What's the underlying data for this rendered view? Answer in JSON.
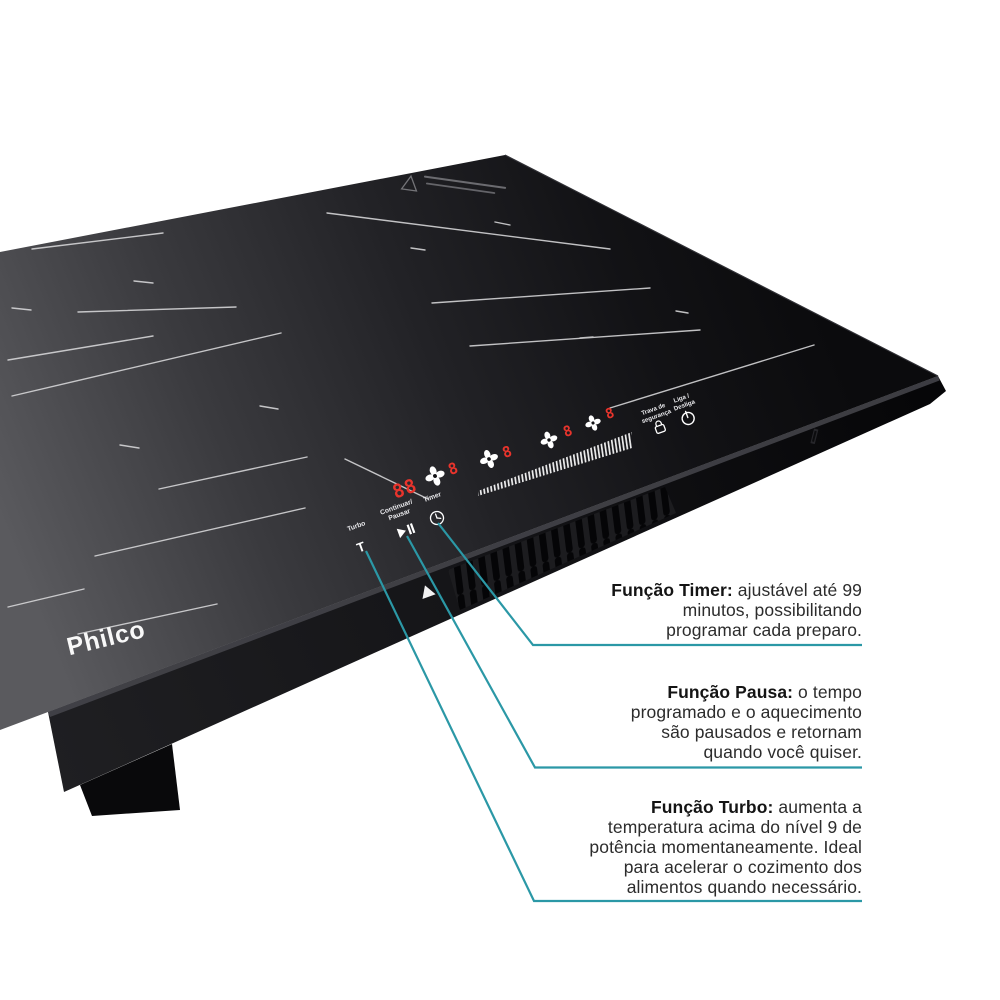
{
  "brand": "Philco",
  "colors": {
    "accent_teal": "#2B98A6",
    "display_red": "#E8342C",
    "glass_dark": "#121215"
  },
  "icons": {
    "warning": "warning-triangle-icon",
    "turbo": "turbo-t-icon",
    "play_pause": "play-pause-icon",
    "timer": "clock-icon",
    "burner": "fan-icon",
    "lock": "lock-icon",
    "power": "power-icon",
    "front_marker": "triangle-marker-icon"
  },
  "panel": {
    "timer_display": "88",
    "burner_displays": [
      "8",
      "8",
      "8",
      "8"
    ],
    "keys": {
      "turbo_label": "Turbo",
      "turbo_icon": "T",
      "pause_line1": "Continuar/",
      "pause_line2": "Pausar",
      "timer_label": "Timer",
      "lock_line1": "Trava de",
      "lock_line2": "segurança",
      "power_line1": "Liga /",
      "power_line2": "Desliga"
    }
  },
  "callouts": [
    {
      "title": "Função Timer:",
      "line1_rest": " ajustável até 99",
      "lines": [
        "minutos, possibilitando",
        "programar cada preparo."
      ]
    },
    {
      "title": "Função Pausa:",
      "line1_rest": " o tempo",
      "lines": [
        "programado e o aquecimento",
        "são pausados e retornam",
        "quando você quiser."
      ]
    },
    {
      "title": "Função Turbo:",
      "line1_rest": " aumenta a",
      "lines": [
        "temperatura acima do nível 9 de",
        "potência momentaneamente. Ideal",
        "para acelerar o cozimento dos",
        "alimentos quando necessário."
      ]
    }
  ]
}
